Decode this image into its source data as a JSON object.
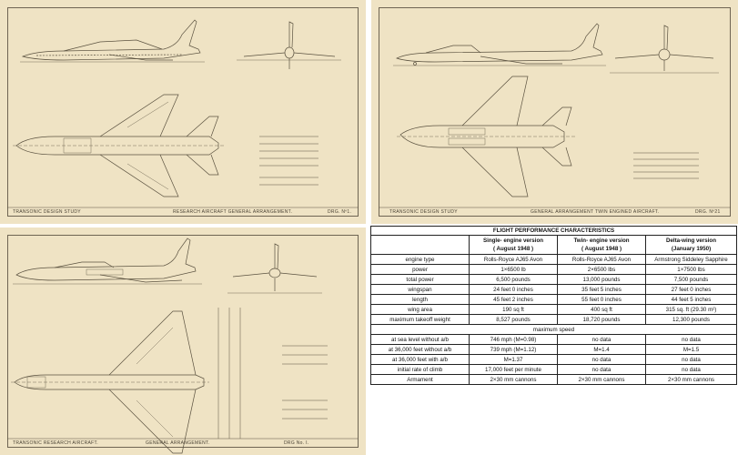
{
  "sheet1": {
    "left_caption": "TRANSONIC DESIGN STUDY",
    "center_caption": "RESEARCH AIRCRAFT GENERAL ARRANGEMENT.",
    "drawing_no": "DRG. Nº1."
  },
  "sheet2": {
    "left_caption": "TRANSONIC DESIGN STUDY",
    "center_caption": "GENERAL ARRANGEMENT TWIN ENGINED AIRCRAFT.",
    "drawing_no": "DRG. Nº21"
  },
  "sheet3": {
    "left_caption": "TRANSONIC RESEARCH AIRCRAFT.",
    "center_caption": "GENERAL ARRANGEMENT.",
    "drawing_no": "DRG No. I."
  },
  "performance_table": {
    "title": "FLIGHT PERFORMANCE CHARACTERISTICS",
    "columns": [
      {
        "name": "Single- engine version",
        "date": "( August 1948 )"
      },
      {
        "name": "Twin- engine version",
        "date": "( August 1948 )"
      },
      {
        "name": "Delta-wing version",
        "date": "(January 1950)"
      }
    ],
    "rows": [
      {
        "label": "engine type",
        "values": [
          "Rolls-Royce AJ65 Avon",
          "Rolls-Royce AJ65 Avon",
          "Armstrong Siddeley Sapphire"
        ]
      },
      {
        "label": "power",
        "values": [
          "1×6500 lb",
          "2×6500 lbs",
          "1×7500 lbs"
        ]
      },
      {
        "label": "total power",
        "values": [
          "6,500 pounds",
          "13,000 pounds",
          "7,500 pounds"
        ]
      },
      {
        "label": "wingspan",
        "values": [
          "24 feet 0 inches",
          "35 feet 5 inches",
          "27 feet 0 inches"
        ]
      },
      {
        "label": "length",
        "values": [
          "45 feet 2 inches",
          "55 feet 0 inches",
          "44 feet 5 inches"
        ]
      },
      {
        "label": "wing area",
        "values": [
          "190 sq ft",
          "400 sq ft",
          "315 sq. ft (29.30 m²)"
        ]
      },
      {
        "label": "maximum takeoff weight",
        "values": [
          "8,527 pounds",
          "18,720 pounds",
          "12,300 pounds"
        ]
      }
    ],
    "subheader": "maximum speed",
    "speed_rows": [
      {
        "label": "at sea level without a/b",
        "values": [
          "746 mph (M=0.98)",
          "no data",
          "no data"
        ]
      },
      {
        "label": "at 36,000 feet  without a/b",
        "values": [
          "739 mph (M=1.12)",
          "M=1.4",
          "M=1.5"
        ]
      },
      {
        "label": "at 36,000 feet with a/b",
        "values": [
          "M=1.37",
          "no data",
          "no data"
        ]
      },
      {
        "label": "initial rate of climb",
        "values": [
          "17,000 feet per minute",
          "no data",
          "no data"
        ]
      },
      {
        "label": "Armament",
        "values": [
          "2×30 mm cannons",
          "2×30 mm cannons",
          "2×30 mm cannons"
        ]
      }
    ]
  },
  "colors": {
    "paper": "#efe3c4",
    "ink": "#4a4234"
  }
}
